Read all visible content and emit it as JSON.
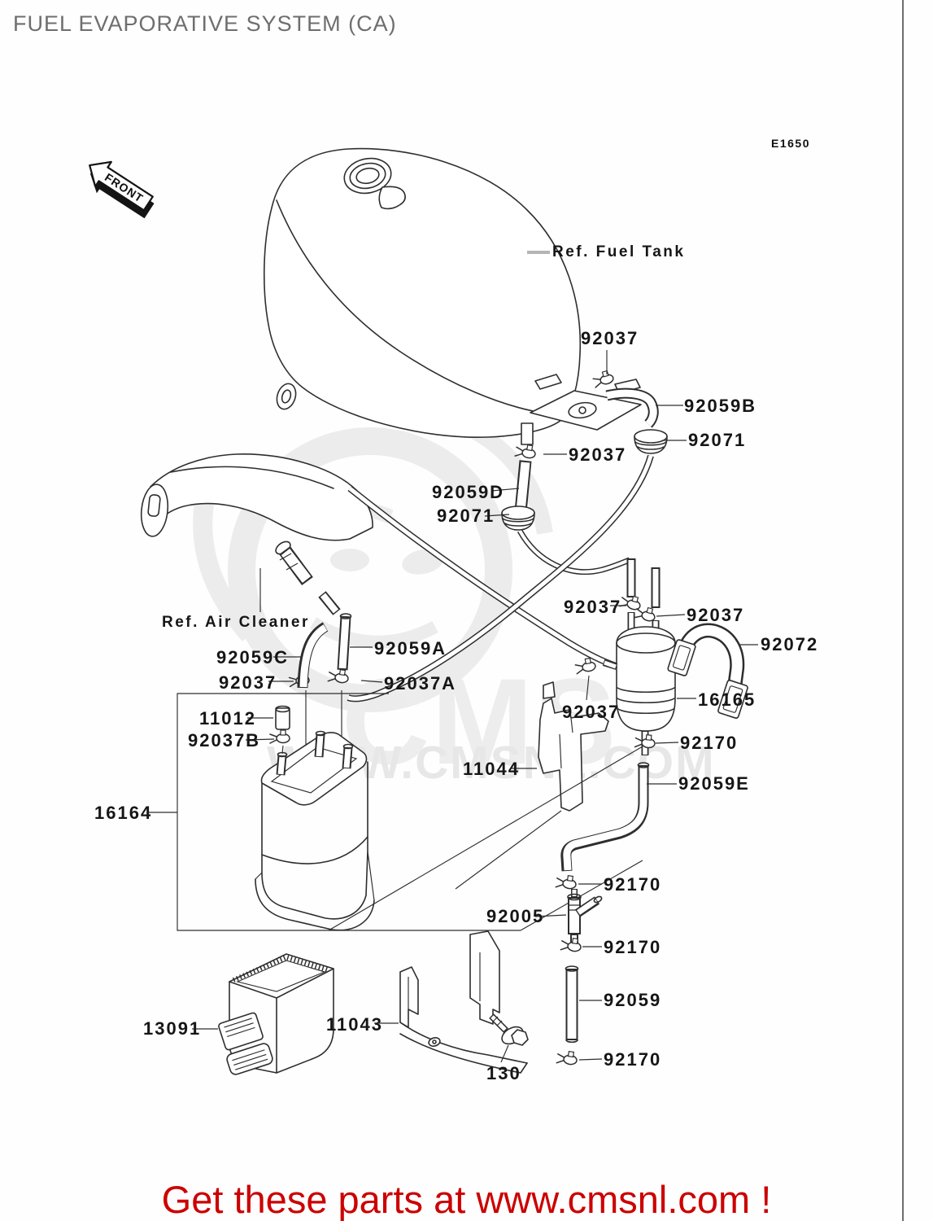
{
  "page": {
    "title": "FUEL EVAPORATIVE SYSTEM (CA)",
    "diagram_code": "E1650",
    "footer": "Get these parts at www.cmsnl.com !"
  },
  "colors": {
    "footer_red": "#cc0000",
    "title_gray": "#6e6e6e",
    "watermark_gray": "#ececec",
    "line_art": "#2e2e2e"
  },
  "watermark": {
    "big_text": "CMS",
    "url_text": "WWW.CMSNL.COM"
  },
  "front_arrow": {
    "label": "FRONT"
  },
  "references": [
    {
      "label": "Ref. Fuel Tank"
    },
    {
      "label": "Ref. Air Cleaner"
    }
  ],
  "parts": [
    {
      "number": "92037"
    },
    {
      "number": "92059B"
    },
    {
      "number": "92071"
    },
    {
      "number": "92037"
    },
    {
      "number": "92059D"
    },
    {
      "number": "92071"
    },
    {
      "number": "92037"
    },
    {
      "number": "92037"
    },
    {
      "number": "92072"
    },
    {
      "number": "16165"
    },
    {
      "number": "92037"
    },
    {
      "number": "92170"
    },
    {
      "number": "92059E"
    },
    {
      "number": "11044"
    },
    {
      "number": "92059C"
    },
    {
      "number": "92059A"
    },
    {
      "number": "92037"
    },
    {
      "number": "92037A"
    },
    {
      "number": "11012"
    },
    {
      "number": "92037B"
    },
    {
      "number": "16164"
    },
    {
      "number": "92170"
    },
    {
      "number": "92005"
    },
    {
      "number": "92170"
    },
    {
      "number": "92059"
    },
    {
      "number": "92170"
    },
    {
      "number": "130"
    },
    {
      "number": "13091"
    },
    {
      "number": "11043"
    }
  ]
}
